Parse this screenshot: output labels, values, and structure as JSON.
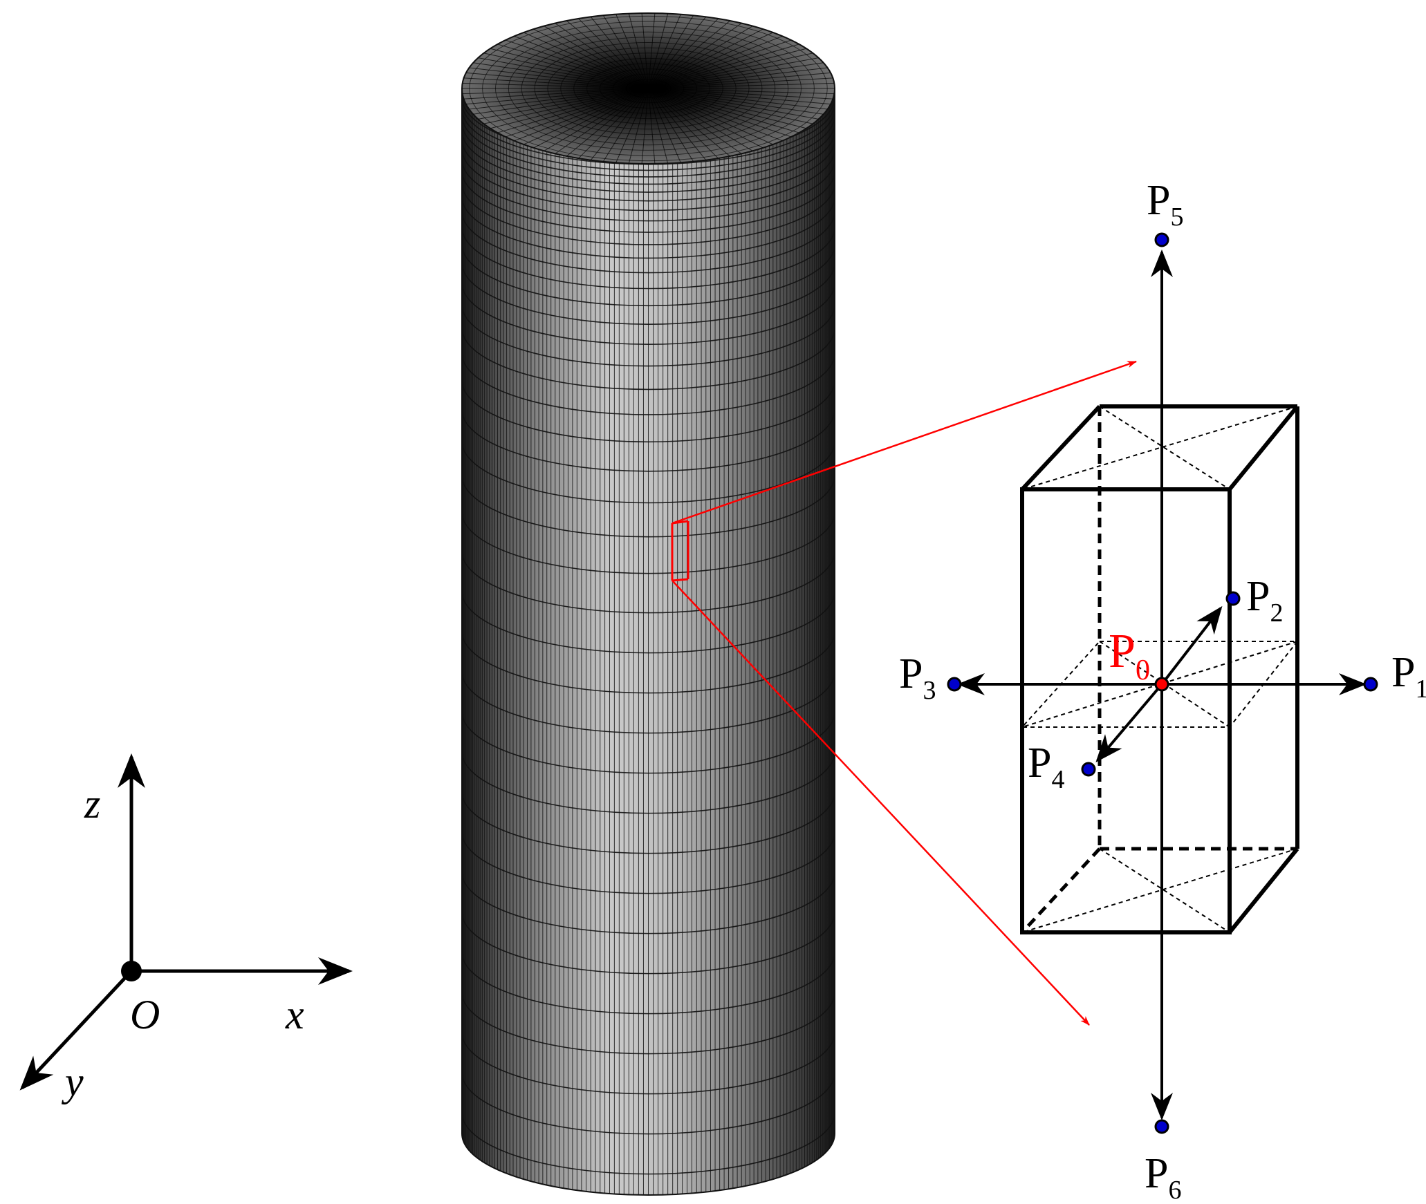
{
  "axes": {
    "origin": "O",
    "x": "x",
    "y": "y",
    "z": "z"
  },
  "points": {
    "p0": {
      "base": "P",
      "sub": "0"
    },
    "p1": {
      "base": "P",
      "sub": "1"
    },
    "p2": {
      "base": "P",
      "sub": "2"
    },
    "p3": {
      "base": "P",
      "sub": "3"
    },
    "p4": {
      "base": "P",
      "sub": "4"
    },
    "p5": {
      "base": "P",
      "sub": "5"
    },
    "p6": {
      "base": "P",
      "sub": "6"
    }
  },
  "colors": {
    "mesh_fill_light": "#bdbdbd",
    "mesh_fill_dark": "#1a1a1a",
    "mesh_line": "#111111",
    "highlight": "#ff0000",
    "neighbor_point": "#0000cc",
    "center_point": "#ff0000",
    "frame": "#000000"
  },
  "icons": {
    "origin_marker": "filled-circle",
    "neighbor_marker": "blue-dot",
    "center_marker": "red-dot"
  }
}
